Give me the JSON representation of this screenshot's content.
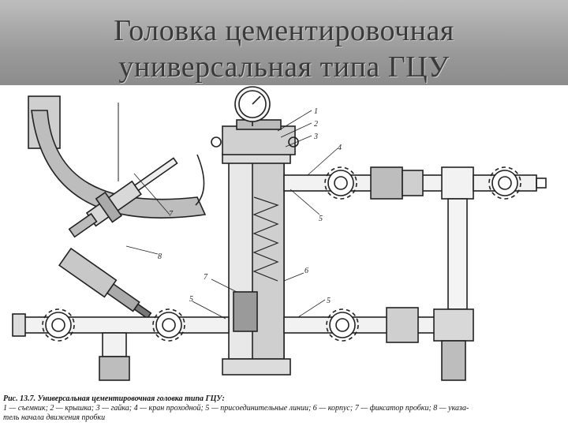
{
  "title": {
    "line1": "Головка цементировочная",
    "line2": "универсальная типа ГЦУ"
  },
  "diagram": {
    "callouts": [
      "1",
      "2",
      "3",
      "4",
      "5",
      "5",
      "5",
      "6",
      "7",
      "7",
      "8"
    ]
  },
  "caption": {
    "prefix": "Рис. 13.7. Универсальная цементировочная головка типа ГЦУ:",
    "legend": "1 — съемник; 2 — крышка; 3 — гайка; 4 — кран проходной; 5 — присоединительные линии; 6 — корпус; 7 — фиксатор пробки; 8 — указа-",
    "legend_cont": "тель начала движения пробки"
  }
}
